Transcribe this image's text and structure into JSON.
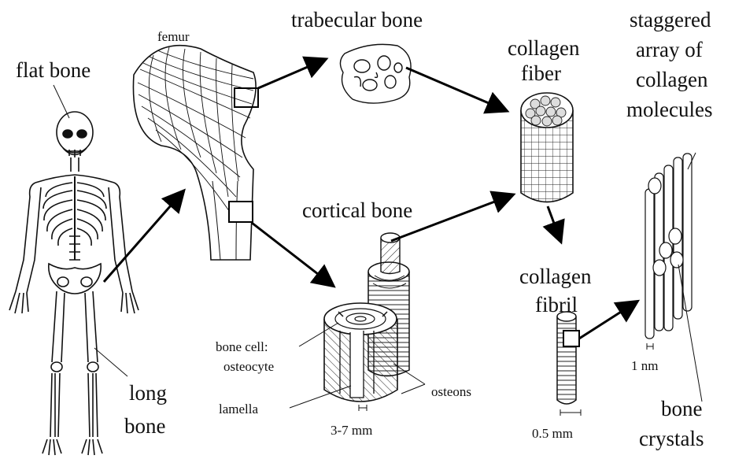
{
  "labels": {
    "flat_bone": "flat bone",
    "femur": "femur",
    "trabecular_bone": "trabecular bone",
    "collagen_fiber_1": "collagen",
    "collagen_fiber_2": "fiber",
    "staggered_1": "staggered",
    "staggered_2": "array of",
    "staggered_3": "collagen",
    "staggered_4": "molecules",
    "cortical_bone": "cortical bone",
    "collagen_fibril_1": "collagen",
    "collagen_fibril_2": "fibril",
    "bone_cell_1": "bone cell:",
    "bone_cell_2": "osteocyte",
    "lamella": "lamella",
    "osteons": "osteons",
    "long_bone_1": "long",
    "long_bone_2": "bone",
    "scale_3_7": "3-7 mm",
    "scale_0_5": "0.5 mm",
    "scale_1nm": "1 nm",
    "bone_crystals_1": "bone",
    "bone_crystals_2": "crystals"
  }
}
